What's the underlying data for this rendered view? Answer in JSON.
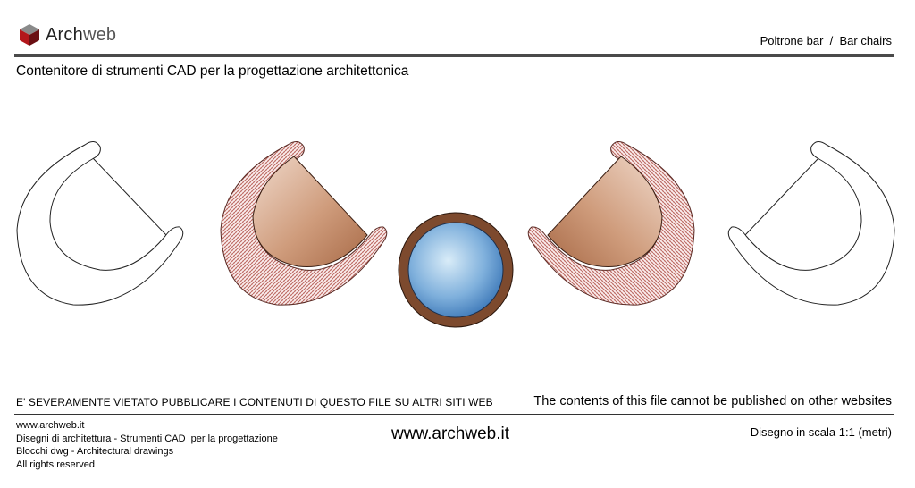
{
  "header": {
    "logo_part1": "Arch",
    "logo_part2": "web",
    "breadcrumb": "Poltrone bar  /  Bar chairs"
  },
  "subtitle": "Contenitore di strumenti CAD per la progettazione architettonica",
  "drawing": {
    "items": [
      "armchair-outline",
      "armchair-rendered",
      "round-table",
      "armchair-rendered",
      "armchair-outline"
    ],
    "colors": {
      "hatch": "#b55a52",
      "seat_light": "#f0d9cb",
      "seat_dark": "#a86a47",
      "table_rim": "#7d4a2e",
      "table_light": "#d9ecf8",
      "table_dark": "#3d78b8"
    }
  },
  "footer": {
    "notice_it": "E' SEVERAMENTE VIETATO PUBBLICARE I CONTENUTI DI QUESTO FILE SU ALTRI SITI WEB",
    "notice_en": "The contents of this file cannot be published on other websites",
    "credits": [
      "www.archweb.it",
      "Disegni di architettura - Strumenti CAD  per la progettazione",
      "Blocchi dwg - Architectural drawings",
      "All rights reserved"
    ],
    "center_url": "www.archweb.it",
    "scale": "Disegno in scala 1:1 (metri)"
  }
}
